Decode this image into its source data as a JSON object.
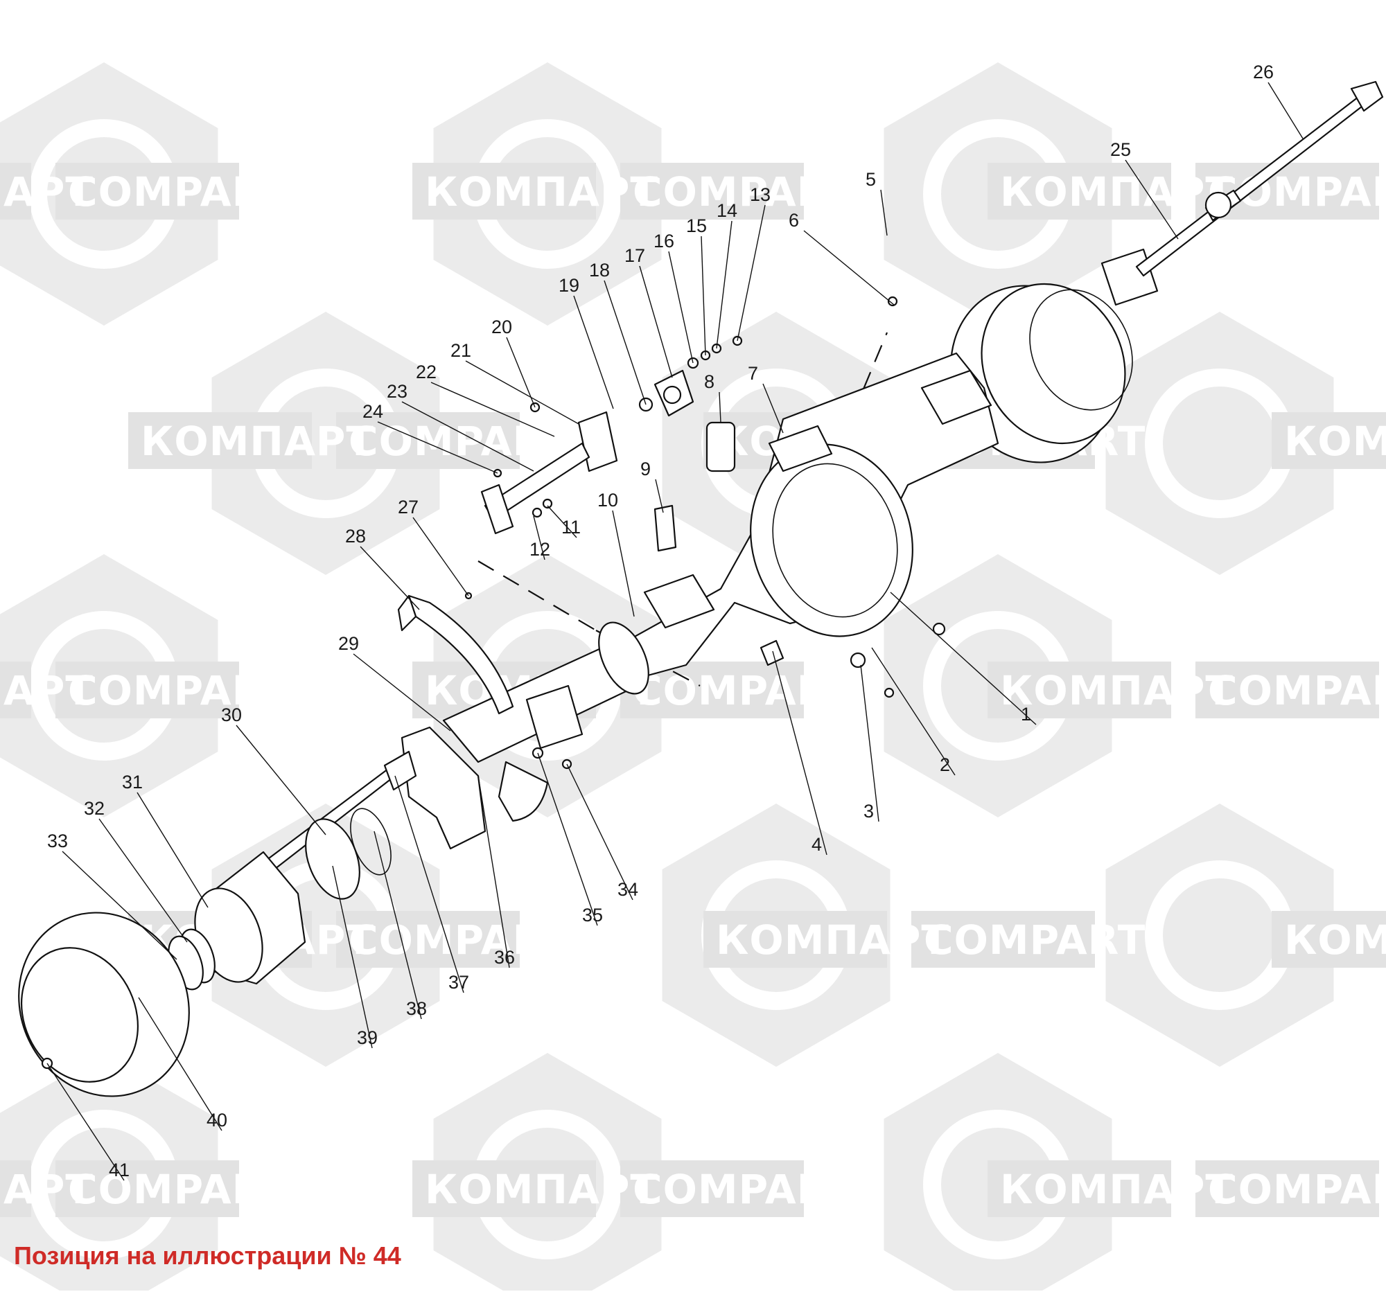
{
  "watermark": {
    "texts": [
      "КОМПАРТ",
      "COMPART"
    ],
    "shape_color": "#ebebeb",
    "band_color": "#e2e2e2"
  },
  "caption": "Позиция на иллюстрации № 44",
  "caption_color": "#cf2b27",
  "callouts": [
    "1",
    "2",
    "3",
    "4",
    "5",
    "6",
    "7",
    "8",
    "9",
    "10",
    "11",
    "12",
    "13",
    "14",
    "15",
    "16",
    "17",
    "18",
    "19",
    "20",
    "21",
    "22",
    "23",
    "24",
    "25",
    "26",
    "27",
    "28",
    "29",
    "30",
    "31",
    "32",
    "33",
    "34",
    "35",
    "36",
    "37",
    "38",
    "39",
    "40",
    "41"
  ]
}
